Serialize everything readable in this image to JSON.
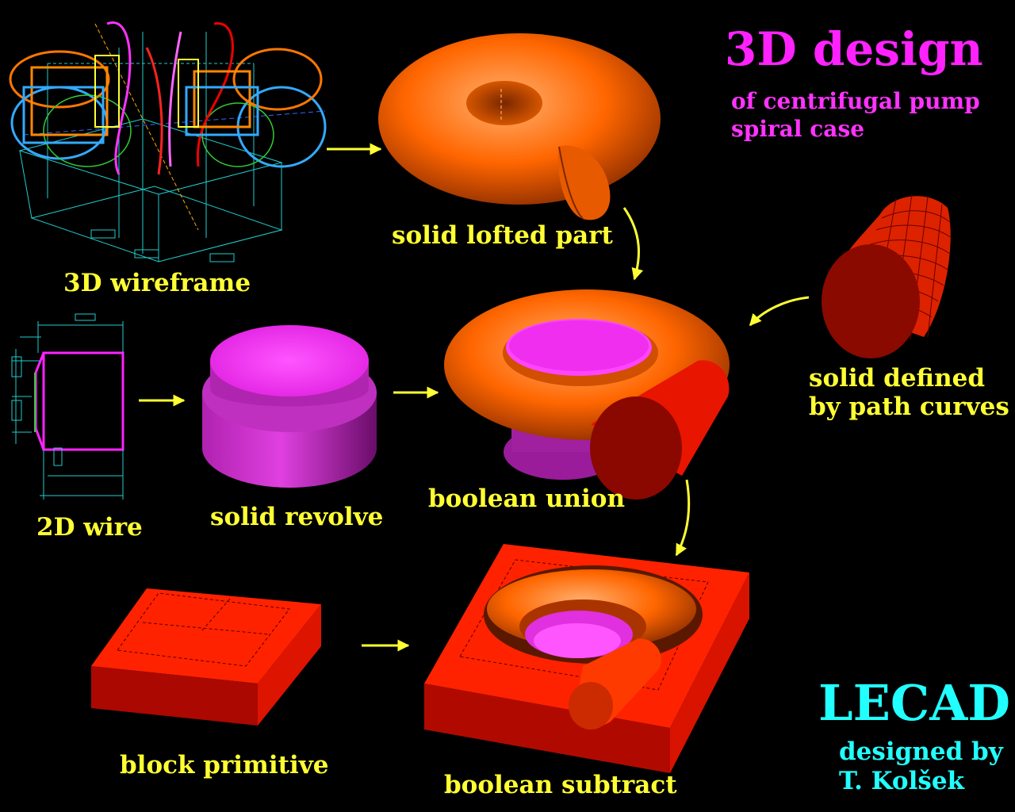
{
  "title": "3D design",
  "subtitle_lines": [
    "of centrifugal pump",
    "spiral case"
  ],
  "steps": {
    "wireframe_3d": "3D wireframe",
    "lofted": "solid lofted part",
    "path_solid_line1": "solid defined",
    "path_solid_line2": "by path curves",
    "wire_2d": "2D wire",
    "revolve": "solid revolve",
    "union": "boolean union",
    "block": "block primitive",
    "subtract": "boolean subtract"
  },
  "brand": "LECAD",
  "credit_lines": [
    "designed by",
    "T. Kolšek"
  ],
  "colors": {
    "background": "#000000",
    "label": "#ffff33",
    "title": "#ff22ff",
    "brand": "#22ffff",
    "orange_solid": "#ff6a00",
    "magenta_solid": "#cc22cc",
    "red_solid": "#ee1100"
  }
}
